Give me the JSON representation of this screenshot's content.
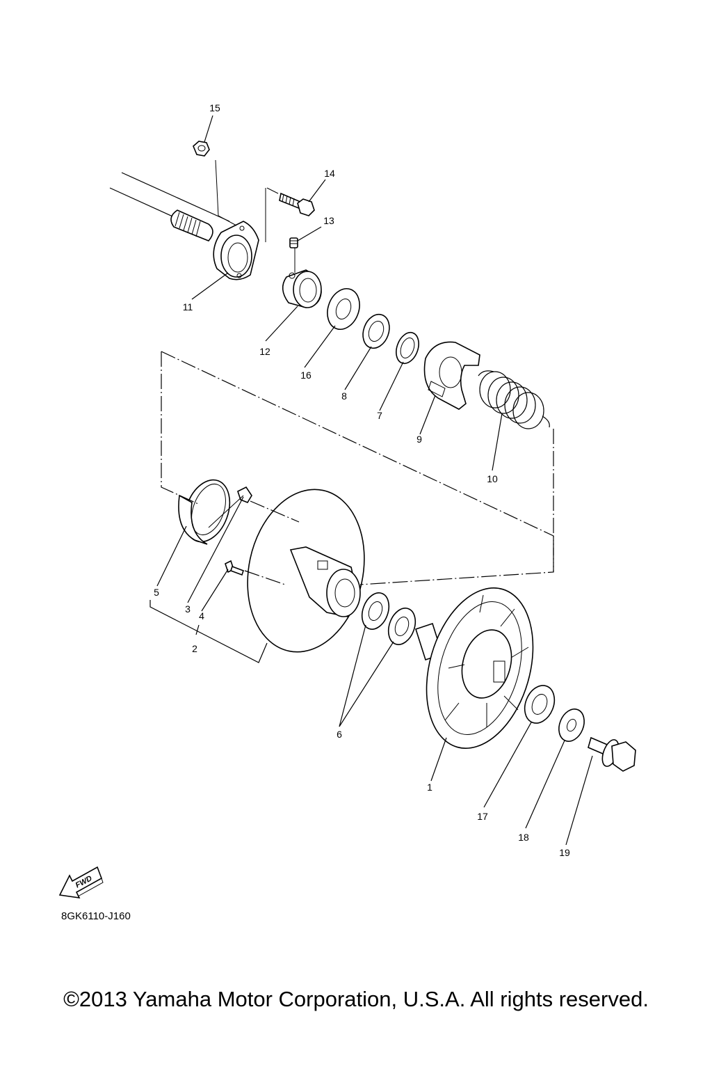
{
  "diagram": {
    "callouts": {
      "c1": "1",
      "c2": "2",
      "c3": "3",
      "c4": "4",
      "c5": "5",
      "c6": "6",
      "c7": "7",
      "c8": "8",
      "c9": "9",
      "c10": "10",
      "c11": "11",
      "c12": "12",
      "c13": "13",
      "c14": "14",
      "c15": "15",
      "c16": "16",
      "c17": "17",
      "c18": "18",
      "c19": "19"
    },
    "fwd_label": "FWD",
    "diagram_code": "8GK6110-J160"
  },
  "footer": {
    "copyright": "©2013 Yamaha Motor Corporation, U.S.A. All rights reserved."
  }
}
